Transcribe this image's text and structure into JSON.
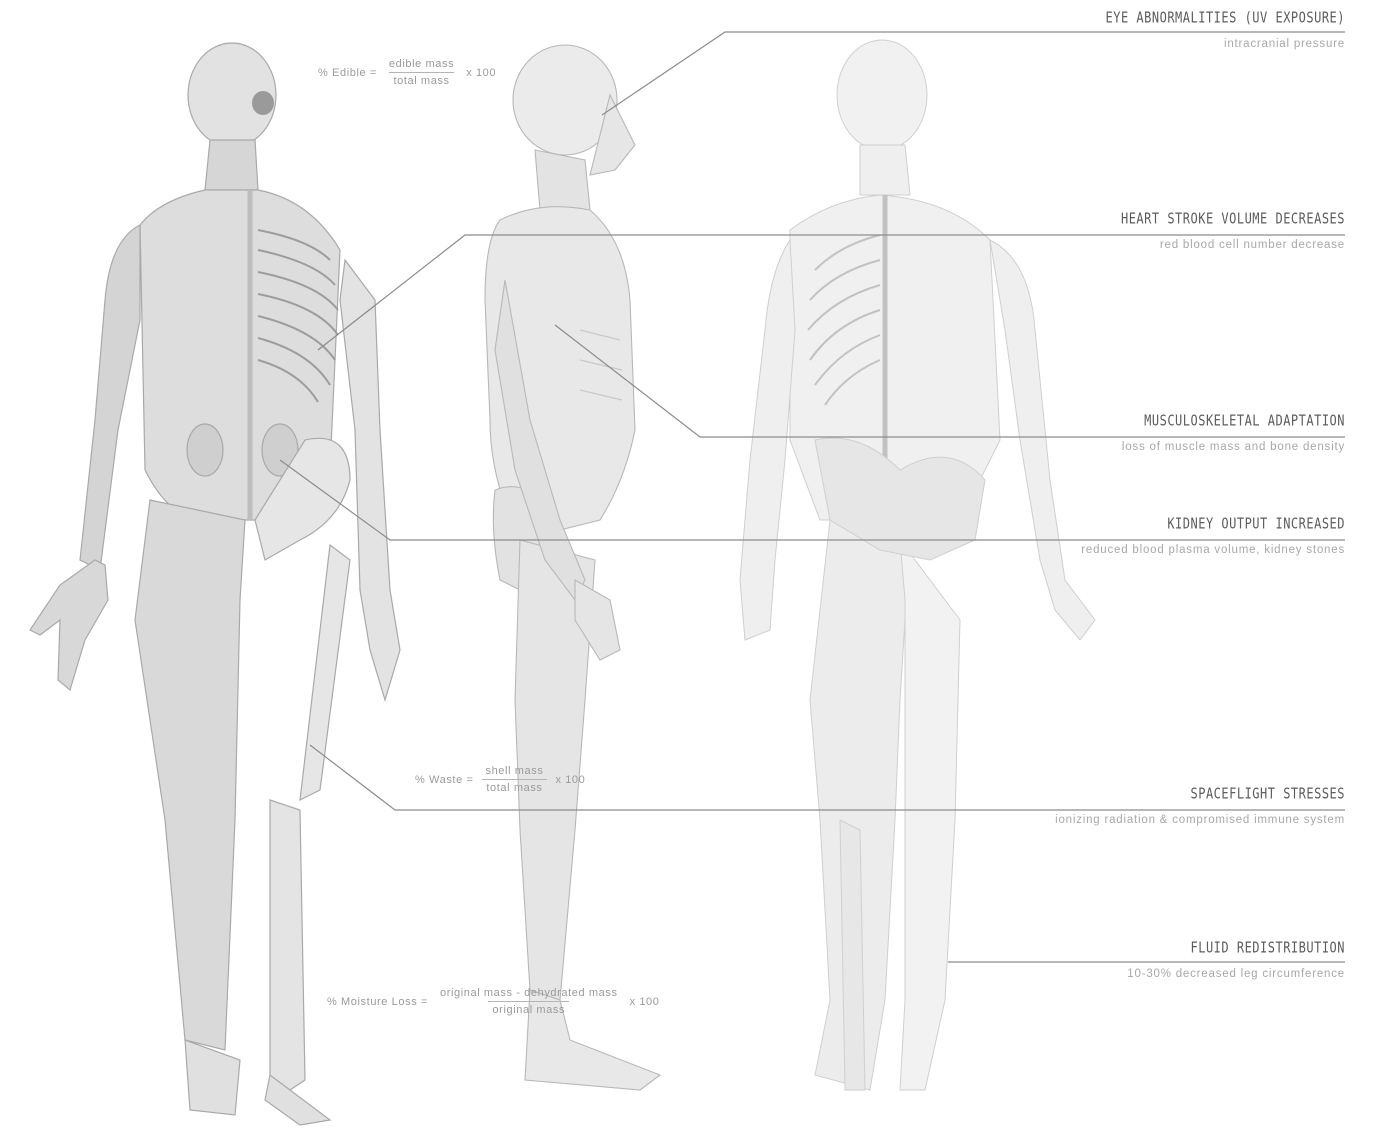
{
  "callouts": [
    {
      "head": "EYE ABNORMALITIES (UV EXPOSURE)",
      "sub": "intracranial pressure"
    },
    {
      "head": "HEART STROKE VOLUME DECREASES",
      "sub": "red blood cell number decrease"
    },
    {
      "head": "MUSCULOSKELETAL ADAPTATION",
      "sub": "loss of muscle mass and bone density"
    },
    {
      "head": "KIDNEY OUTPUT INCREASED",
      "sub": "reduced blood plasma volume, kidney stones"
    },
    {
      "head": "SPACEFLIGHT STRESSES",
      "sub": "ionizing radiation & compromised immune system"
    },
    {
      "head": "FLUID REDISTRIBUTION",
      "sub": "10-30% decreased leg circumference"
    }
  ],
  "formulas": [
    {
      "lhs": "% Edible =",
      "num": "edible mass",
      "den": "total mass",
      "mult": "x 100"
    },
    {
      "lhs": "% Waste =",
      "num": "shell mass",
      "den": "total mass",
      "mult": "x 100"
    },
    {
      "lhs": "% Moisture Loss =",
      "num": "original mass - dehydrated mass",
      "den": "original mass",
      "mult": "x 100"
    }
  ],
  "colors": {
    "leader": "#8c8c8c",
    "figure_front": "#d9d9d9",
    "figure_side": "#e4e4e4",
    "figure_back": "#eeeeee",
    "bone": "#c9c9c9"
  }
}
